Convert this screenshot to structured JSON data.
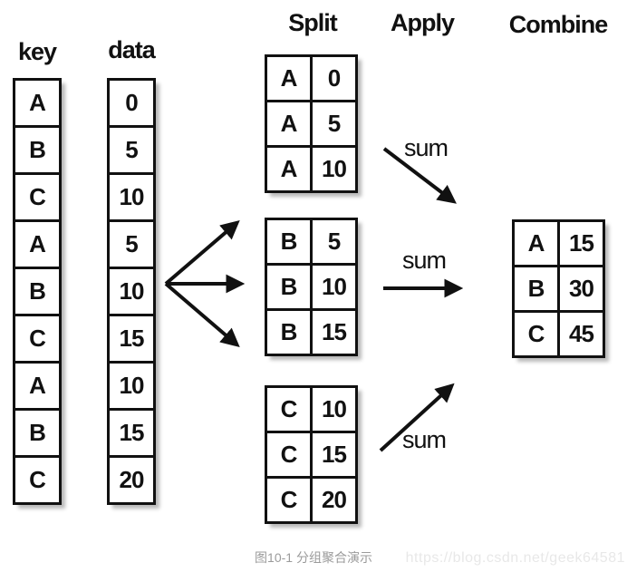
{
  "headers": {
    "key": "key",
    "data": "data",
    "split": "Split",
    "apply": "Apply",
    "combine": "Combine"
  },
  "key_column": [
    "A",
    "B",
    "C",
    "A",
    "B",
    "C",
    "A",
    "B",
    "C"
  ],
  "data_column": [
    "0",
    "5",
    "10",
    "5",
    "10",
    "15",
    "10",
    "15",
    "20"
  ],
  "split_tables": [
    {
      "rows": [
        [
          "A",
          "0"
        ],
        [
          "A",
          "5"
        ],
        [
          "A",
          "10"
        ]
      ]
    },
    {
      "rows": [
        [
          "B",
          "5"
        ],
        [
          "B",
          "10"
        ],
        [
          "B",
          "15"
        ]
      ]
    },
    {
      "rows": [
        [
          "C",
          "10"
        ],
        [
          "C",
          "15"
        ],
        [
          "C",
          "20"
        ]
      ]
    }
  ],
  "apply": {
    "labels": [
      "sum",
      "sum",
      "sum"
    ]
  },
  "combine_table": {
    "rows": [
      [
        "A",
        "15"
      ],
      [
        "B",
        "30"
      ],
      [
        "C",
        "45"
      ]
    ]
  },
  "caption": "图10-1 分组聚合演示",
  "watermark": "https://blog.csdn.net/geek64581",
  "colors": {
    "line": "#111111",
    "caption_text": "#9b9b9b",
    "watermark_text": "#e8e8e8",
    "background": "#ffffff"
  }
}
